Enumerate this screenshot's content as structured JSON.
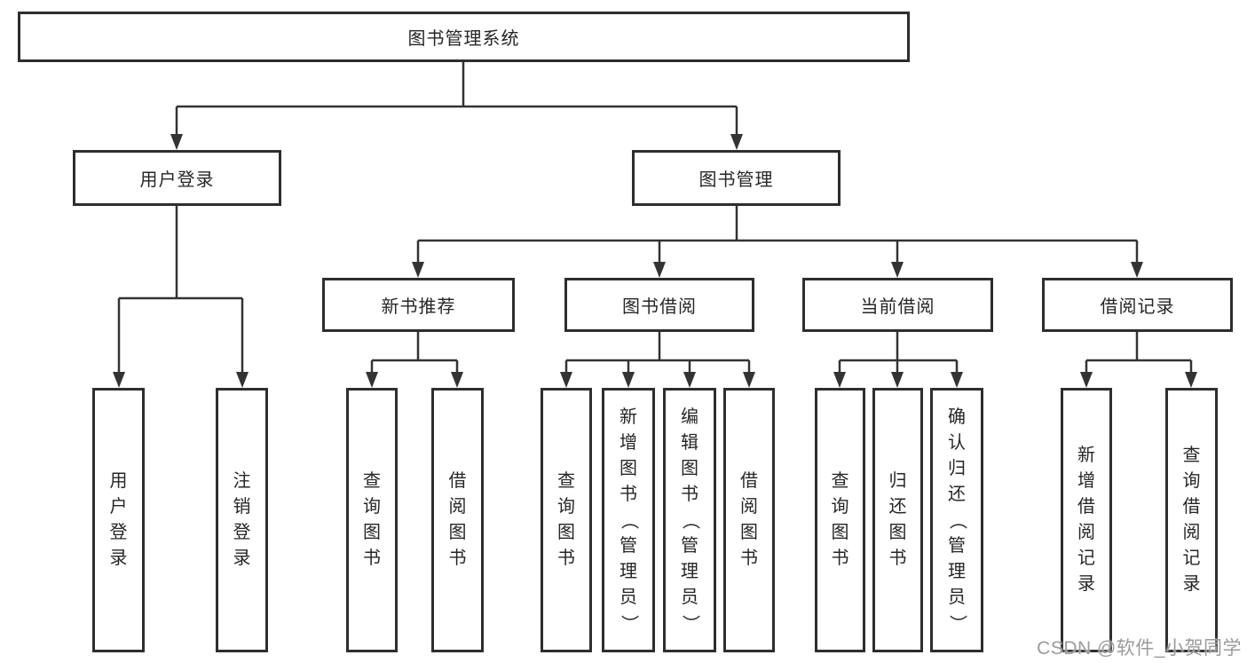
{
  "diagram": {
    "title": "图书管理系统",
    "groups": {
      "user_login": "用户登录",
      "book_mgmt": "图书管理"
    },
    "modules": {
      "new_book_rec": "新书推荐",
      "book_borrow": "图书借阅",
      "current_borrow": "当前借阅",
      "borrow_records": "借阅记录"
    },
    "leaves": {
      "user_login": "用户登录",
      "logout": "注销登录",
      "nb_query": "查询图书",
      "nb_borrow": "借阅图书",
      "bb_query": "查询图书",
      "bb_add": "新增图书（管理员）",
      "bb_edit": "编辑图书（管理员）",
      "bb_borrow": "借阅图书",
      "cb_query": "查询图书",
      "cb_return": "归还图书",
      "cb_confirm": "确认归还（管理员）",
      "br_add": "新增借阅记录",
      "br_query": "查询借阅记录"
    },
    "colors": {
      "line": "#333333",
      "text": "#262626",
      "watermark": "#9b9b9b"
    }
  },
  "watermark": {
    "text": "CSDN @软件_小贺同学"
  }
}
